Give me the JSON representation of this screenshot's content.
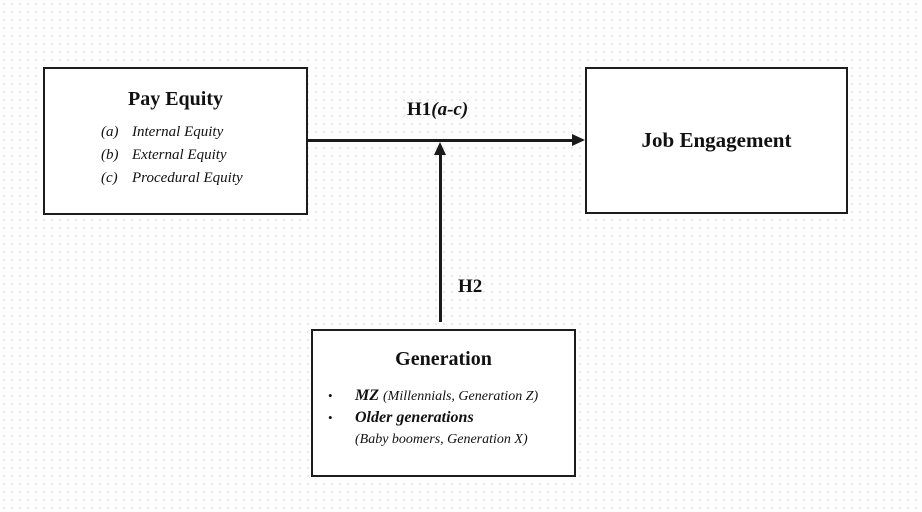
{
  "diagram": {
    "pay_equity": {
      "title": "Pay Equity",
      "items": [
        {
          "marker": "(a)",
          "label": "Internal Equity"
        },
        {
          "marker": "(b)",
          "label": "External Equity"
        },
        {
          "marker": "(c)",
          "label": "Procedural Equity"
        }
      ]
    },
    "job_engagement": {
      "title": "Job Engagement"
    },
    "generation": {
      "title": "Generation",
      "bullet_char": "•",
      "items": [
        {
          "name": "MZ",
          "note": "(Millennials, Generation Z)"
        },
        {
          "name": "Older generations",
          "note": "(Baby boomers, Generation X)"
        }
      ]
    },
    "labels": {
      "h1_prefix": "H1",
      "h1_suffix": "(a-c)",
      "h2": "H2"
    },
    "colors": {
      "line": "#1a1a1a",
      "box_border": "#1c1c1c",
      "box_fill": "#ffffff",
      "background": "#fdfdfd",
      "text": "#111111"
    }
  }
}
